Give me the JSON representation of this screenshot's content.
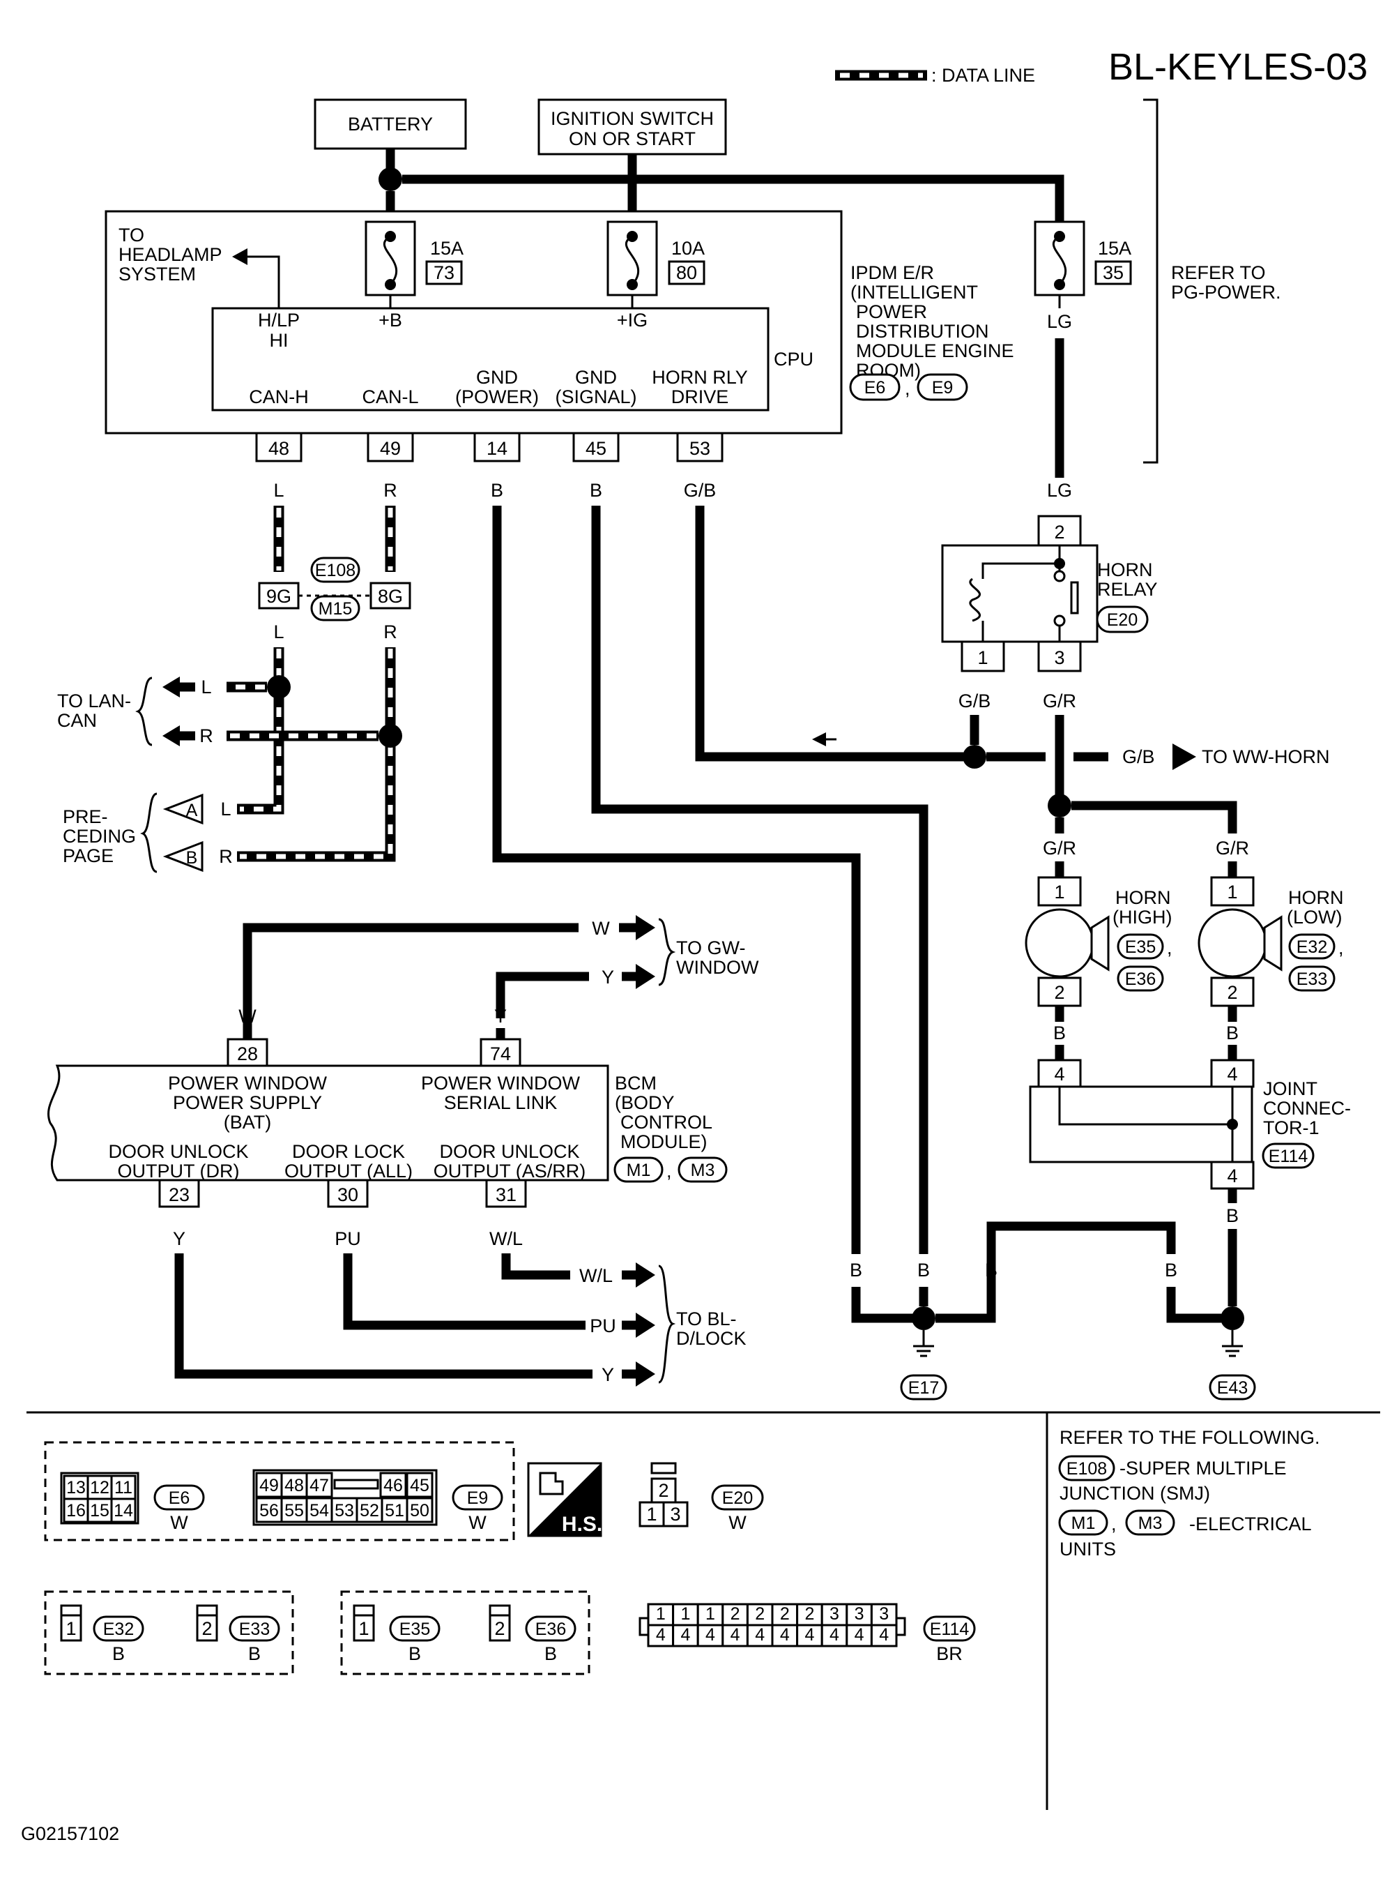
{
  "header": {
    "page_code": "BL-KEYLES-03",
    "legend_data_line": ": DATA LINE"
  },
  "power": {
    "battery": "BATTERY",
    "ignition_line1": "IGNITION SWITCH",
    "ignition_line2": "ON OR START"
  },
  "ipdm": {
    "to_headlamp_1": "TO",
    "to_headlamp_2": "HEADLAMP",
    "to_headlamp_3": "SYSTEM",
    "fuse73_amp": "15A",
    "fuse73_num": "73",
    "fuse80_amp": "10A",
    "fuse80_num": "80",
    "fuse35_amp": "15A",
    "fuse35_num": "35",
    "cpu_hlp_1": "H/LP",
    "cpu_hlp_2": "HI",
    "cpu_b": "+B",
    "cpu_ig": "+IG",
    "cpu": "CPU",
    "gnd_power_1": "GND",
    "gnd_power_2": "(POWER)",
    "gnd_signal_1": "GND",
    "gnd_signal_2": "(SIGNAL)",
    "horn_rly_1": "HORN RLY",
    "horn_rly_2": "DRIVE",
    "can_h": "CAN-H",
    "can_l": "CAN-L",
    "pin_48": "48",
    "pin_49": "49",
    "pin_14": "14",
    "pin_45": "45",
    "pin_53": "53",
    "name_1": "IPDM E/R",
    "name_2": "(INTELLIGENT",
    "name_3": "POWER",
    "name_4": "DISTRIBUTION",
    "name_5": "MODULE ENGINE",
    "name_6": "ROOM)",
    "conn_e6": "E6",
    "conn_e9": "E9",
    "comma": ","
  },
  "refer_pg_1": "REFER TO",
  "refer_pg_2": "PG-POWER.",
  "wires": {
    "L": "L",
    "R": "R",
    "B": "B",
    "GB": "G/B",
    "LG": "LG",
    "GR": "G/R",
    "W": "W",
    "Y": "Y",
    "PU": "PU",
    "WL": "W/L"
  },
  "smj": {
    "pin_9g": "9G",
    "pin_8g": "8G",
    "conn_e108": "E108",
    "conn_m15": "M15"
  },
  "lan": {
    "to_lan_1": "TO  LAN-",
    "to_lan_2": "CAN",
    "pre_1": "PRE-",
    "pre_2": "CEDING",
    "pre_3": "PAGE",
    "arrow_a": "A",
    "arrow_b": "B"
  },
  "horn_relay": {
    "pin_2": "2",
    "pin_1": "1",
    "pin_3": "3",
    "name_1": "HORN",
    "name_2": "RELAY",
    "conn": "E20"
  },
  "to_ww_horn": "TO WW-HORN",
  "horn_high": {
    "name_1": "HORN",
    "name_2": "(HIGH)",
    "c1": "E35",
    "c2": "E36",
    "pin_1": "1",
    "pin_2": "2"
  },
  "horn_low": {
    "name_1": "HORN",
    "name_2": "(LOW)",
    "c1": "E32",
    "c2": "E33",
    "pin_1": "1",
    "pin_2": "2"
  },
  "joint": {
    "pin_a": "4",
    "pin_b": "4",
    "pin_c": "4",
    "name_1": "JOINT",
    "name_2": "CONNEC-",
    "name_3": "TOR-1",
    "conn": "E114"
  },
  "bcm": {
    "pin_28": "28",
    "pin_74": "74",
    "pin_23": "23",
    "pin_30": "30",
    "pin_31": "31",
    "pw_supply_1": "POWER WINDOW",
    "pw_supply_2": "POWER SUPPLY",
    "pw_supply_3": "(BAT)",
    "pw_serial_1": "POWER WINDOW",
    "pw_serial_2": "SERIAL LINK",
    "du_dr_1": "DOOR UNLOCK",
    "du_dr_2": "OUTPUT (DR)",
    "dl_all_1": "DOOR LOCK",
    "dl_all_2": "OUTPUT (ALL)",
    "du_as_1": "DOOR UNLOCK",
    "du_as_2": "OUTPUT (AS/RR)",
    "name_1": "BCM",
    "name_2": "(BODY",
    "name_3": "CONTROL",
    "name_4": "MODULE)",
    "conn_m1": "M1",
    "conn_m3": "M3"
  },
  "to_gw_1": "TO GW-",
  "to_gw_2": "WINDOW",
  "to_bl_1": "TO BL-",
  "to_bl_2": "D/LOCK",
  "grounds": {
    "e17": "E17",
    "e43": "E43"
  },
  "connectors": {
    "e6_pins": [
      "13",
      "12",
      "11",
      "16",
      "15",
      "14"
    ],
    "e6_label": "E6",
    "e6_color": "W",
    "e9_pins_top": [
      "49",
      "48",
      "47",
      "46",
      "45"
    ],
    "e9_pins_bot": [
      "56",
      "55",
      "54",
      "53",
      "52",
      "51",
      "50"
    ],
    "e9_label": "E9",
    "e9_color": "W",
    "hs_text": "H.S.",
    "e20_pins": [
      "2",
      "1",
      "3"
    ],
    "e20_label": "E20",
    "e20_color": "W",
    "e32_pin": "1",
    "e32_label": "E32",
    "e32_color": "B",
    "e33_pin": "2",
    "e33_label": "E33",
    "e33_color": "B",
    "e35_pin": "1",
    "e35_label": "E35",
    "e35_color": "B",
    "e36_pin": "2",
    "e36_label": "E36",
    "e36_color": "B",
    "e114_top": [
      "1",
      "1",
      "1",
      "2",
      "2",
      "2",
      "2",
      "3",
      "3",
      "3"
    ],
    "e114_bot": [
      "4",
      "4",
      "4",
      "4",
      "4",
      "4",
      "4",
      "4",
      "4",
      "4"
    ],
    "e114_label": "E114",
    "e114_color": "BR"
  },
  "refer_following": {
    "title": "REFER TO THE FOLLOWING.",
    "e108": "E108",
    "e108_text_1": "-SUPER MULTIPLE",
    "e108_text_2": "JUNCTION (SMJ)",
    "m1": "M1",
    "m3": "M3",
    "comma": ",",
    "m_text_1": "-ELECTRICAL",
    "m_text_2": "UNITS"
  },
  "footer_code": "G02157102"
}
